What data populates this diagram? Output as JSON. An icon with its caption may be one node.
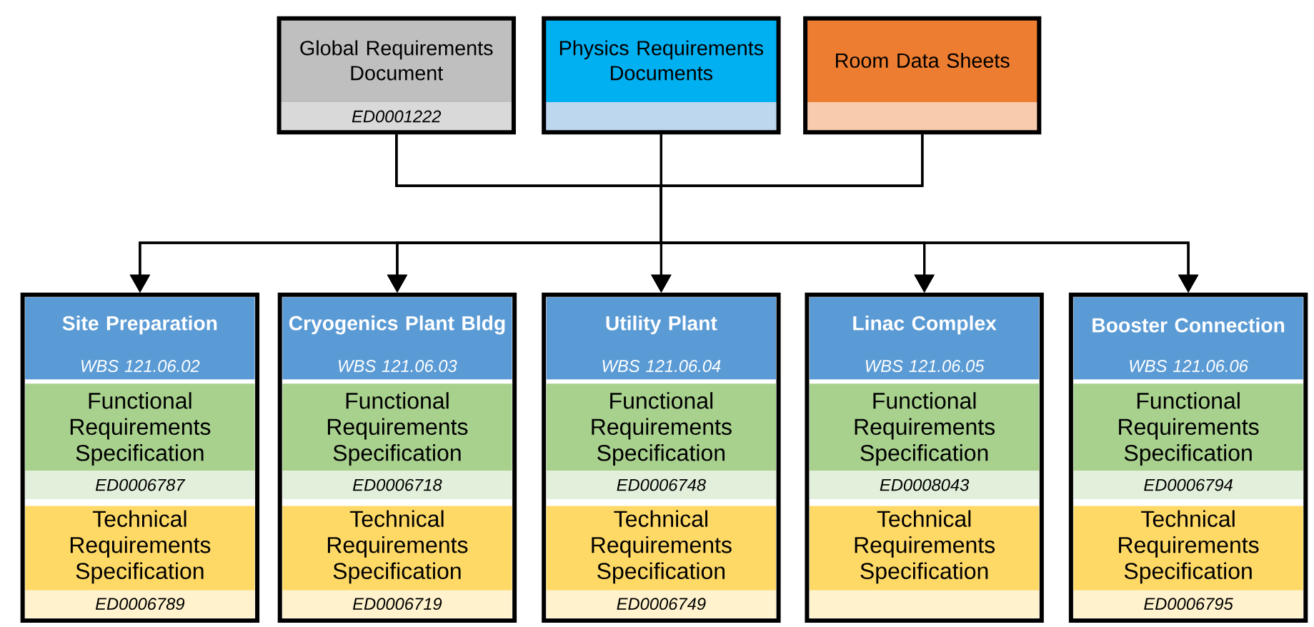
{
  "diagram": {
    "nodes": [
      {
        "text": [
          "Global Requirements Document",
          "ED0001222"
        ]
      },
      {
        "text": [
          "Physics Requirements Documents"
        ]
      },
      {
        "text": [
          "Room Data Sheets"
        ]
      },
      {
        "text": [],
        "shape": "box"
      },
      {
        "text": [
          "Site Preparation",
          "WBS 121.06.02"
        ],
        "in": 3
      },
      {
        "text": [
          "Functional Requirements Specification",
          "ED0006787"
        ],
        "in": 3
      },
      {
        "text": [
          "Technical Requirements Specification",
          "ED0006789"
        ],
        "in": 3
      },
      {
        "text": [],
        "shape": "box"
      },
      {
        "text": [
          "Cryogenics Plant Bldg",
          "WBS 121.06.03"
        ],
        "in": 7
      },
      {
        "text": [
          "Functional Requirements Specification",
          "ED0006718"
        ],
        "in": 7
      },
      {
        "text": [
          "Technical Requirements Specification",
          "ED0006719"
        ],
        "in": 7
      },
      {
        "text": [],
        "shape": "box"
      },
      {
        "text": [
          "Utility Plant",
          "WBS 121.06.04"
        ],
        "in": 11
      },
      {
        "text": [
          "Functional Requirements Specification",
          "ED0006748"
        ],
        "in": 11
      },
      {
        "text": [
          "Technical Requirements Specification",
          "ED0006749"
        ],
        "in": 11
      },
      {
        "text": [],
        "shape": "box"
      },
      {
        "text": [
          "Linac Complex",
          "WBS 121.06.05"
        ],
        "in": 15
      },
      {
        "text": [
          "Functional Requirements Specification",
          "ED0008043"
        ],
        "in": 15
      },
      {
        "text": [
          "Technical Requirements Specification"
        ],
        "in": 15
      },
      {
        "text": [],
        "shape": "box"
      },
      {
        "text": [
          "Booster Connection",
          "WBS 121.06.06"
        ],
        "in": 19
      },
      {
        "text": [
          "Functional Requirements Specification",
          "ED0006794"
        ],
        "in": 19
      },
      {
        "text": [
          "Technical Requirements Specification",
          "ED0006795"
        ],
        "in": 19
      }
    ],
    "edges": [
      {
        "from": 0,
        "to": 3,
        "arrow": "to"
      },
      {
        "from": 0,
        "to": 7,
        "arrow": "to"
      },
      {
        "from": 0,
        "to": 11,
        "arrow": "to"
      },
      {
        "from": 0,
        "to": 15,
        "arrow": "to"
      },
      {
        "from": 0,
        "to": 19,
        "arrow": "to"
      },
      {
        "from": 1,
        "to": 3,
        "arrow": "to"
      },
      {
        "from": 1,
        "to": 7,
        "arrow": "to"
      },
      {
        "from": 1,
        "to": 11,
        "arrow": "to"
      },
      {
        "from": 1,
        "to": 15,
        "arrow": "to"
      },
      {
        "from": 1,
        "to": 19,
        "arrow": "to"
      },
      {
        "from": 2,
        "to": 3,
        "arrow": "to"
      },
      {
        "from": 2,
        "to": 7,
        "arrow": "to"
      },
      {
        "from": 2,
        "to": 11,
        "arrow": "to"
      },
      {
        "from": 2,
        "to": 15,
        "arrow": "to"
      },
      {
        "from": 2,
        "to": 19,
        "arrow": "to"
      }
    ]
  }
}
